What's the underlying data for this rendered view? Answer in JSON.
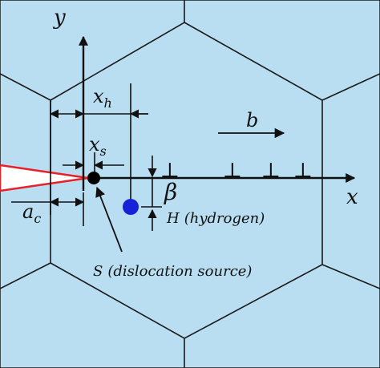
{
  "colors": {
    "background": "#b9def2",
    "grain_lines": "#1a1a1a",
    "crack_fill": "#ffffff",
    "crack_outline": "#e8202a",
    "crack_tip": "#000000",
    "hydrogen": "#1522d6"
  },
  "axes": {
    "x_label": "x",
    "y_label": "y"
  },
  "dimensions": {
    "x_h": {
      "base": "x",
      "sub": "h"
    },
    "x_s": {
      "base": "x",
      "sub": "s"
    },
    "a_c": {
      "base": "a",
      "sub": "c"
    }
  },
  "burgers": {
    "label": "b"
  },
  "angle": {
    "label": "β"
  },
  "dislocation_symbols": [
    "⊥",
    "⊥",
    "⊥",
    "⊥"
  ],
  "annotations": {
    "hydrogen": {
      "letter": "H",
      "text": "(hydrogen)"
    },
    "source": {
      "letter": "S",
      "text": "(dislocation source)"
    }
  }
}
